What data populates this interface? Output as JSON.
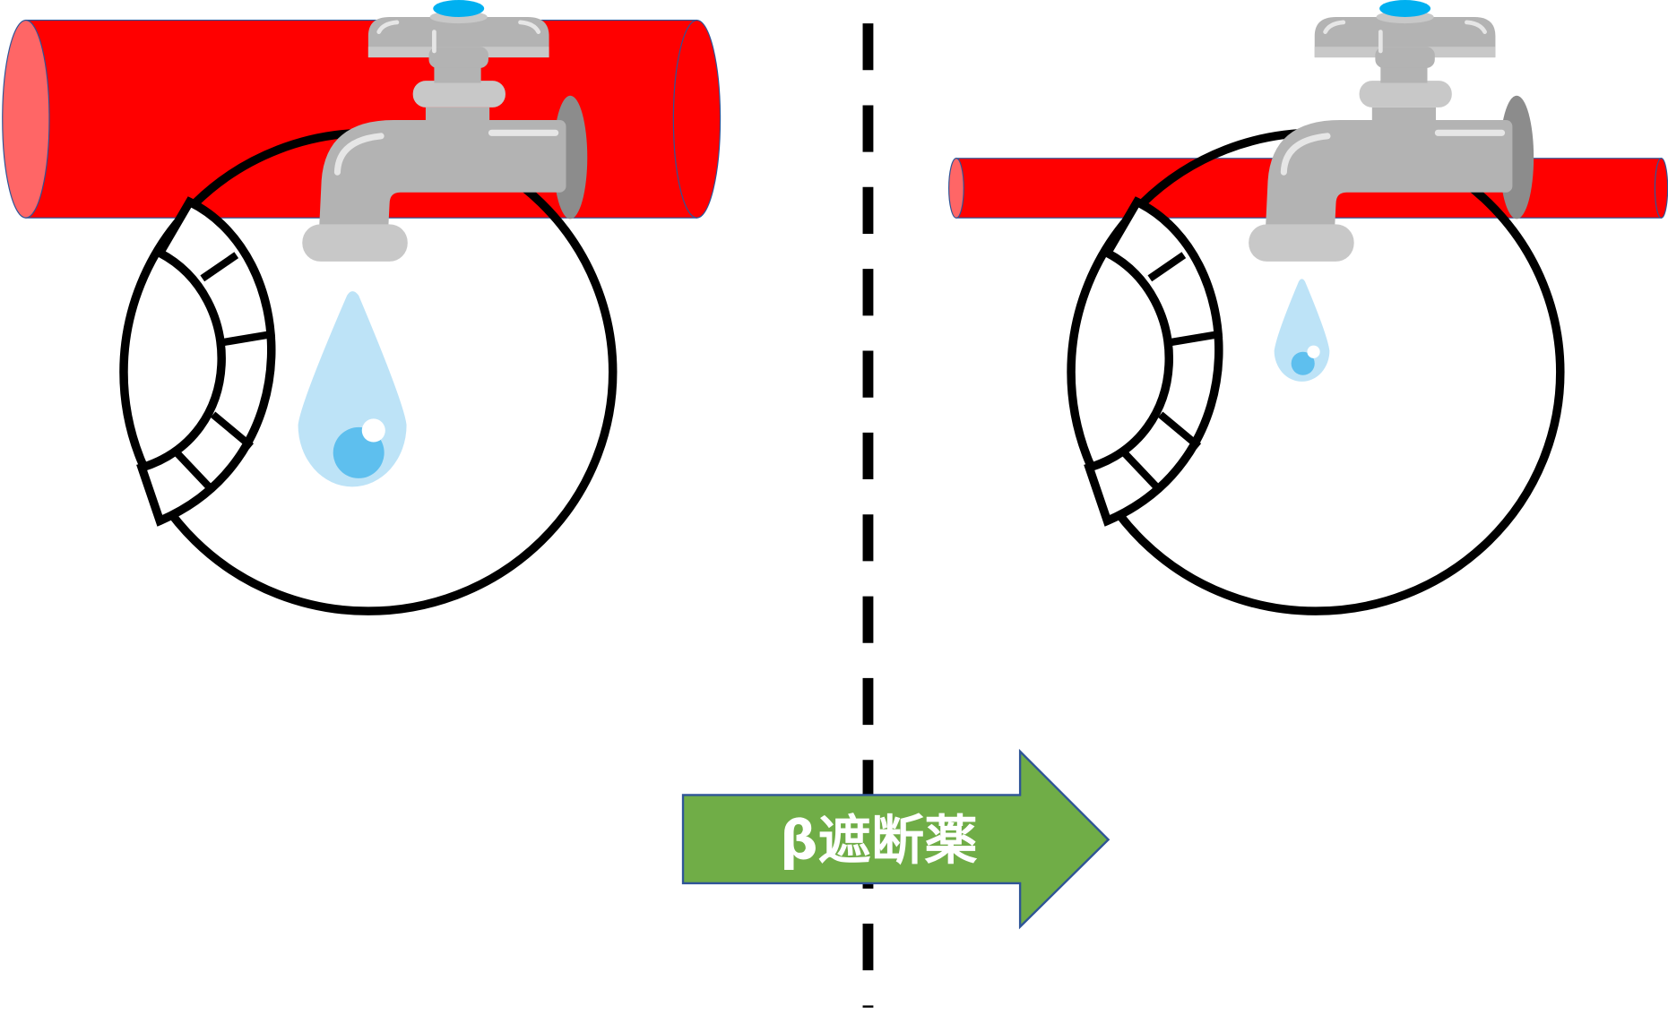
{
  "arrow": {
    "label": "β遮断薬",
    "fill": "#70ad47",
    "stroke": "#2f5597"
  },
  "colors": {
    "vessel": "#ff0000",
    "vessel_end": "#ff6666",
    "faucet": "#b3b3b3",
    "faucet_light": "#c8c8c8",
    "faucet_dark": "#8c8c8c",
    "handle_cap": "#00b0f0",
    "drop": "#bde3f7",
    "drop_core": "#5ebfee"
  },
  "panels": [
    {
      "state": "before",
      "vessel": "wide",
      "drop": "large"
    },
    {
      "state": "after",
      "vessel": "narrow",
      "drop": "small"
    }
  ],
  "divider": {
    "style": "dashed"
  }
}
